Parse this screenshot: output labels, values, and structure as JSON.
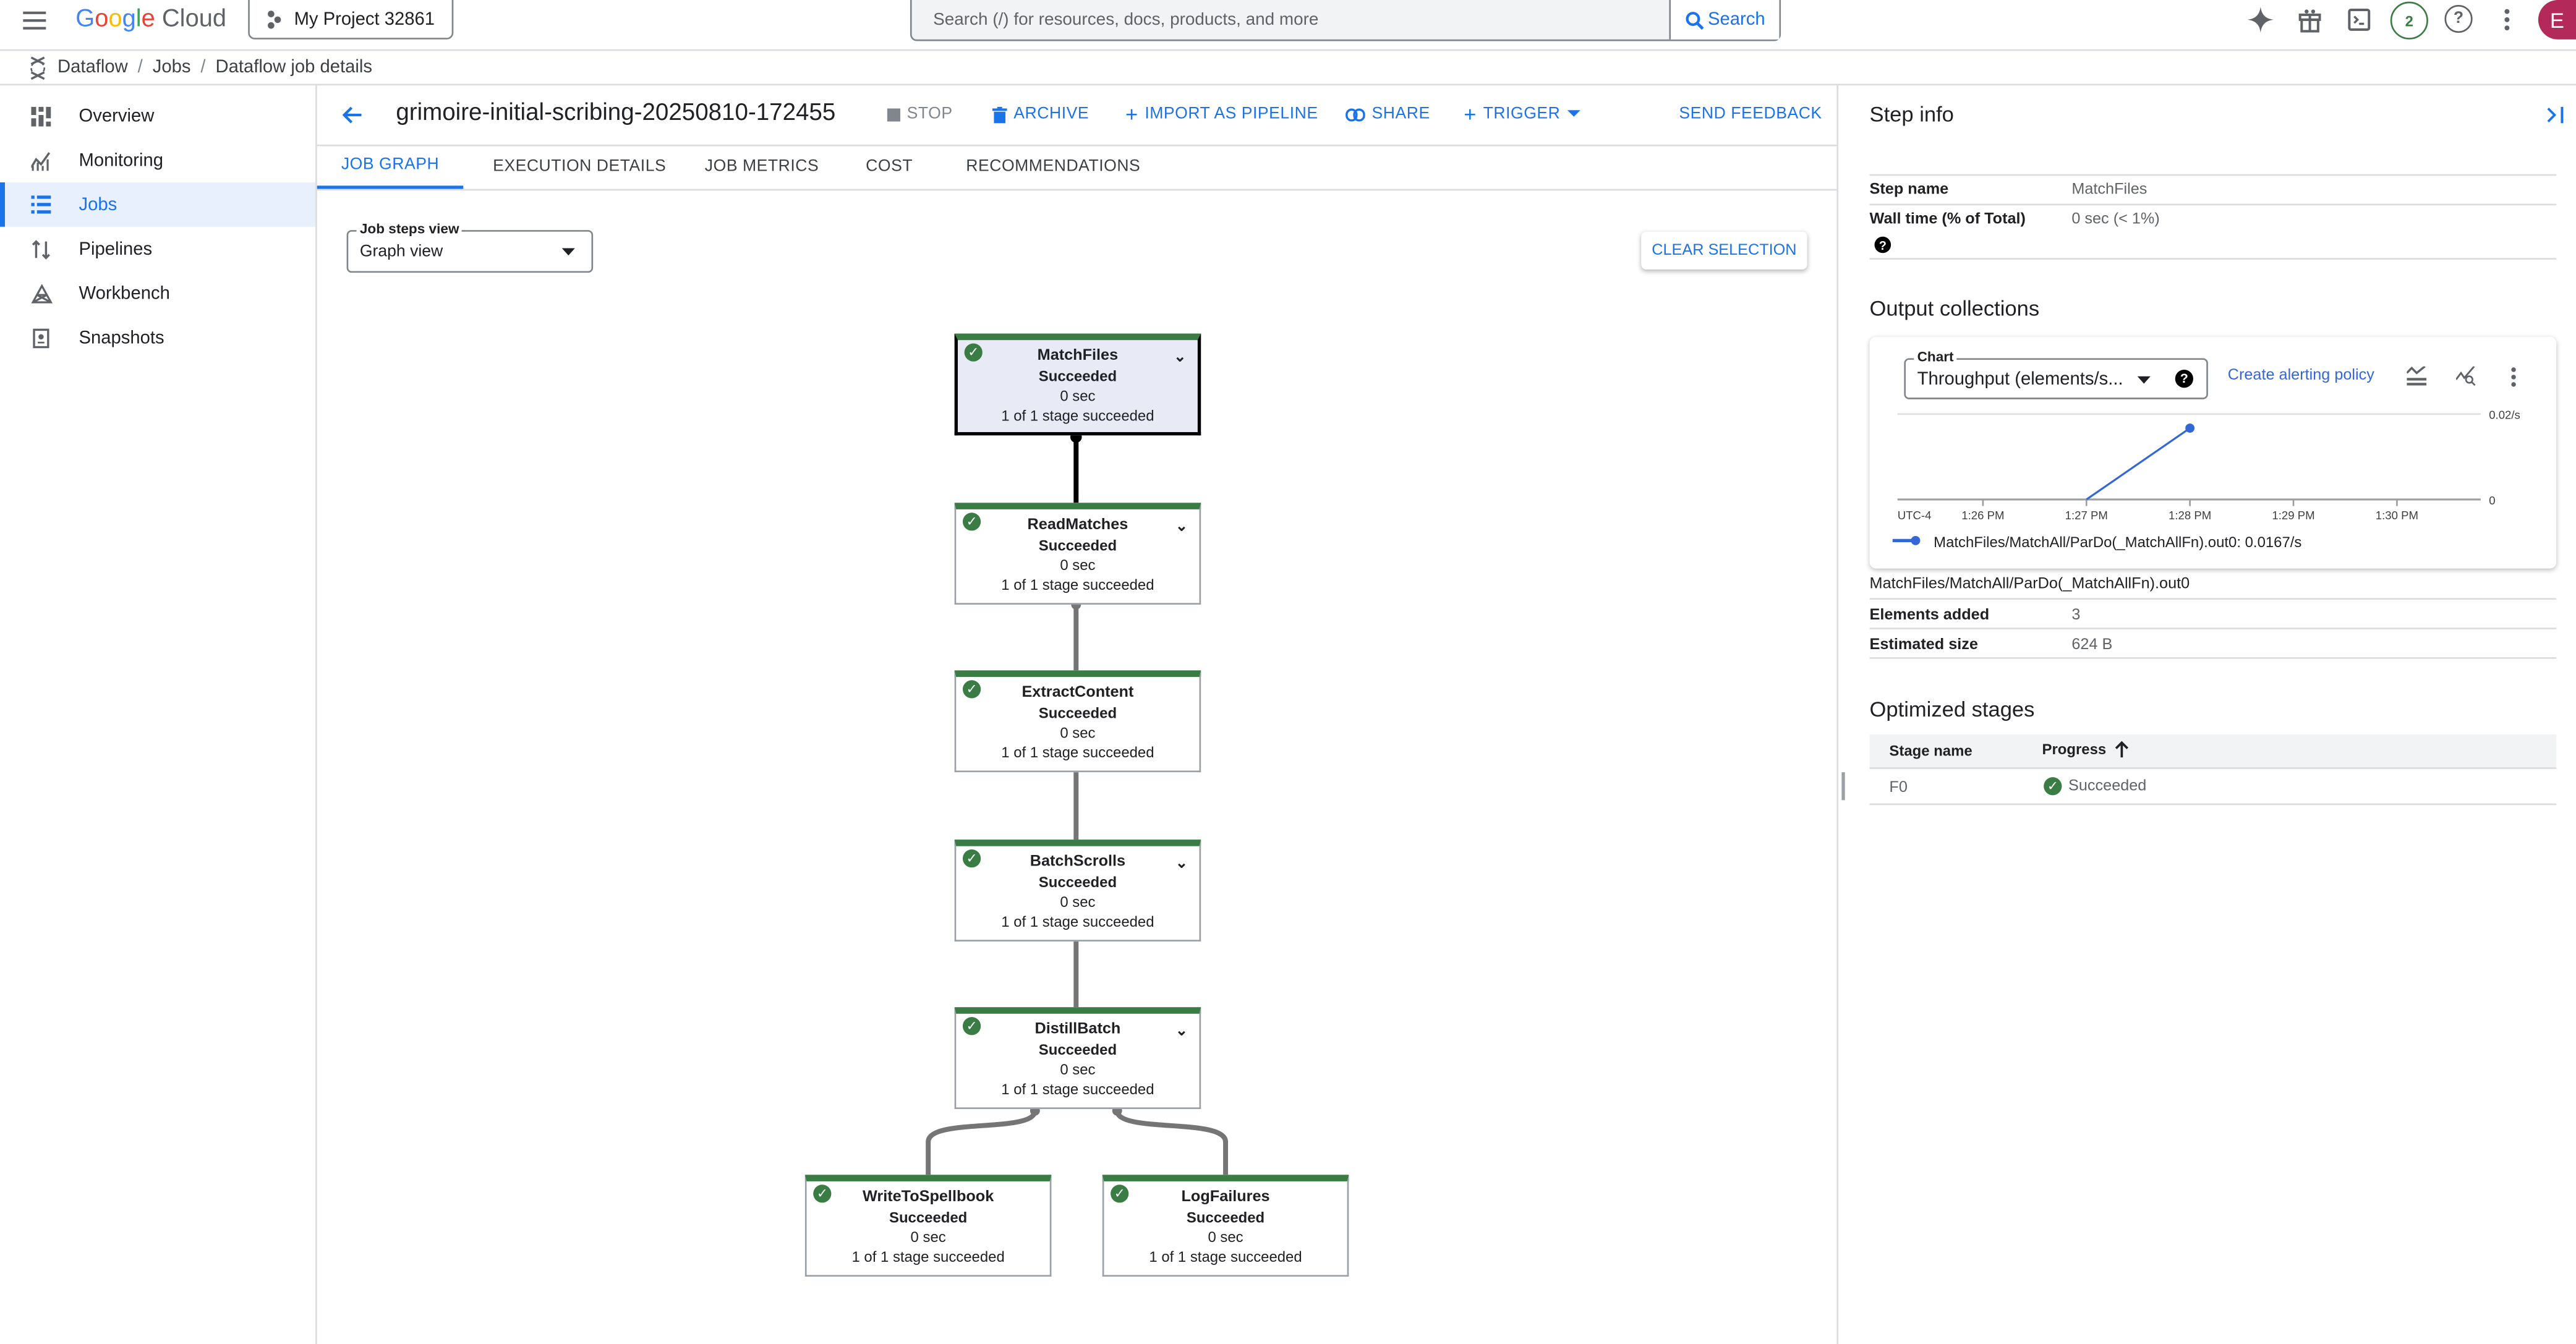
{
  "topbar": {
    "brand": "Google Cloud",
    "project": "My Project 32861",
    "search_placeholder": "Search (/) for resources, docs, products, and more",
    "search_button": "Search",
    "notifications_count": "2",
    "avatar_letter": "E",
    "avatar_color": "#b3295a"
  },
  "breadcrumb": {
    "items": [
      "Dataflow",
      "Jobs",
      "Dataflow job details"
    ]
  },
  "sidebar": {
    "items": [
      {
        "label": "Overview",
        "icon": "overview-icon"
      },
      {
        "label": "Monitoring",
        "icon": "monitoring-icon"
      },
      {
        "label": "Jobs",
        "icon": "jobs-list-icon",
        "active": true
      },
      {
        "label": "Pipelines",
        "icon": "pipelines-icon"
      },
      {
        "label": "Workbench",
        "icon": "workbench-icon"
      },
      {
        "label": "Snapshots",
        "icon": "snapshots-icon"
      }
    ]
  },
  "job": {
    "title": "grimoire-initial-scribing-20250810-172455",
    "actions": {
      "stop": "STOP",
      "archive": "ARCHIVE",
      "import": "IMPORT AS PIPELINE",
      "share": "SHARE",
      "trigger": "TRIGGER",
      "feedback": "SEND FEEDBACK"
    },
    "tabs": [
      "JOB GRAPH",
      "EXECUTION DETAILS",
      "JOB METRICS",
      "COST",
      "RECOMMENDATIONS"
    ],
    "active_tab": "JOB GRAPH",
    "steps_view_label": "Job steps view",
    "steps_view_value": "Graph view",
    "clear_selection": "CLEAR SELECTION"
  },
  "graph": {
    "nodes": [
      {
        "name": "MatchFiles",
        "status": "Succeeded",
        "time": "0 sec",
        "stages": "1 of 1 stage succeeded",
        "selected": true,
        "expandable": true
      },
      {
        "name": "ReadMatches",
        "status": "Succeeded",
        "time": "0 sec",
        "stages": "1 of 1 stage succeeded",
        "expandable": true
      },
      {
        "name": "ExtractContent",
        "status": "Succeeded",
        "time": "0 sec",
        "stages": "1 of 1 stage succeeded"
      },
      {
        "name": "BatchScrolls",
        "status": "Succeeded",
        "time": "0 sec",
        "stages": "1 of 1 stage succeeded",
        "expandable": true
      },
      {
        "name": "DistillBatch",
        "status": "Succeeded",
        "time": "0 sec",
        "stages": "1 of 1 stage succeeded",
        "expandable": true
      },
      {
        "name": "WriteToSpellbook",
        "status": "Succeeded",
        "time": "0 sec",
        "stages": "1 of 1 stage succeeded"
      },
      {
        "name": "LogFailures",
        "status": "Succeeded",
        "time": "0 sec",
        "stages": "1 of 1 stage succeeded"
      }
    ],
    "success_color": "#3a7d44"
  },
  "step_info": {
    "title": "Step info",
    "step_name_label": "Step name",
    "step_name": "MatchFiles",
    "wall_time_label": "Wall time (% of Total)",
    "wall_time": "0 sec (< 1%)",
    "output_title": "Output collections",
    "chart_label": "Chart",
    "chart_select": "Throughput (elements/s...",
    "alert_link": "Create alerting policy",
    "collection_name": "MatchFiles/MatchAll/ParDo(_MatchAllFn).out0",
    "elements_added_label": "Elements added",
    "elements_added": "3",
    "estimated_size_label": "Estimated size",
    "estimated_size": "624 B",
    "optimized_title": "Optimized stages",
    "stage_col": "Stage name",
    "progress_col": "Progress",
    "stages": [
      {
        "name": "F0",
        "progress": "Succeeded"
      }
    ]
  },
  "chart_data": {
    "type": "line",
    "timezone_label": "UTC-4",
    "x_ticks": [
      "1:26 PM",
      "1:27 PM",
      "1:28 PM",
      "1:29 PM",
      "1:30 PM"
    ],
    "y_ticks": [
      "0",
      "0.02/s"
    ],
    "ylim": [
      0,
      0.02
    ],
    "series": [
      {
        "name": "MatchFiles/MatchAll/ParDo(_MatchAllFn).out0",
        "legend_value": "0.0167/s",
        "color": "#3367d6",
        "x": [
          "1:27 PM",
          "1:28 PM"
        ],
        "y": [
          0,
          0.0167
        ]
      }
    ]
  }
}
